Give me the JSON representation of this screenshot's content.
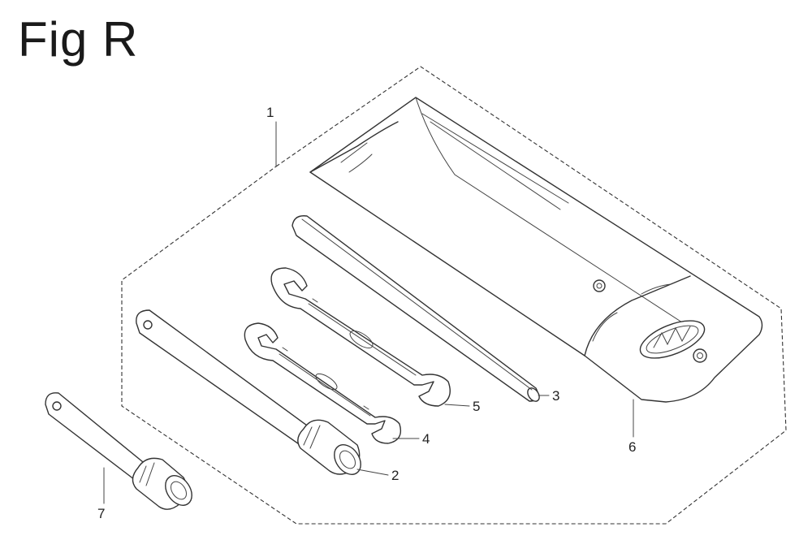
{
  "figure": {
    "title": "Fig R"
  },
  "callouts": [
    {
      "id": "1",
      "label": "1"
    },
    {
      "id": "2",
      "label": "2"
    },
    {
      "id": "3",
      "label": "3"
    },
    {
      "id": "4",
      "label": "4"
    },
    {
      "id": "5",
      "label": "5"
    },
    {
      "id": "6",
      "label": "6"
    },
    {
      "id": "7",
      "label": "7"
    }
  ],
  "colors": {
    "line": "#333333",
    "background": "#ffffff"
  }
}
